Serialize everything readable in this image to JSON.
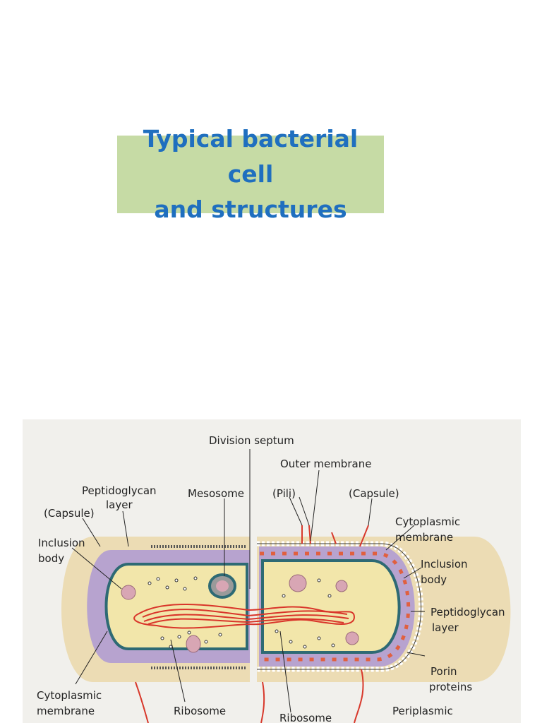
{
  "title": {
    "line1": "Typical bacterial cell",
    "line2": "and structures"
  },
  "diagram": {
    "labels": {
      "division_septum": "Division septum",
      "outer_membrane": "Outer membrane",
      "peptidoglycan_layer_left_1": "Peptidoglycan",
      "peptidoglycan_layer_left_2": "layer",
      "mesosome": "Mesosome",
      "pili": "(Pili)",
      "capsule_right": "(Capsule)",
      "capsule_left": "(Capsule)",
      "cytoplasmic_membrane_right_1": "Cytoplasmic",
      "cytoplasmic_membrane_right_2": "membrane",
      "inclusion_body_left_1": "Inclusion",
      "inclusion_body_left_2": "body",
      "inclusion_body_right_1": "Inclusion",
      "inclusion_body_right_2": "body",
      "peptidoglycan_layer_right_1": "Peptidoglycan",
      "peptidoglycan_layer_right_2": "layer",
      "porin_proteins_1": "Porin",
      "porin_proteins_2": "proteins",
      "cytoplasmic_membrane_left_1": "Cytoplasmic",
      "cytoplasmic_membrane_left_2": "membrane",
      "ribosome_left": "Ribosome",
      "ribosome_right": "Ribosome",
      "periplasmic": "Periplasmic"
    },
    "colors": {
      "capsule": "#ecdcb4",
      "peptidoglycan": "#b7a3cf",
      "cytoplasm": "#f2e6aa",
      "membrane": "#2e6a74",
      "dna": "#d9352a",
      "inclusion": "#d8a6b4",
      "pili": "#d8392c"
    }
  }
}
